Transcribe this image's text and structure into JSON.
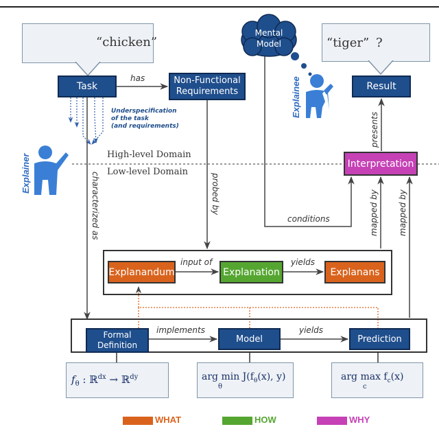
{
  "caption_fragment": "p",
  "task_callout": {
    "quote": "“chicken”"
  },
  "result_callout": {
    "quote": "“tiger”",
    "question": "?"
  },
  "cloud": {
    "label": "Mental\nModel"
  },
  "nodes": {
    "task": "Task",
    "nonfunctional": "Non-Functional\nRequirements",
    "result": "Result",
    "interpretation": "Interpretation",
    "explanandum": "Explanandum",
    "explanation": "Explanation",
    "explanans": "Explanans",
    "formal_definition": "Formal\nDefinition",
    "model": "Model",
    "prediction": "Prediction"
  },
  "edges": {
    "has": "has",
    "underspec": "Underspecification\nof the task\n(and requirements)",
    "characterized_as": "characterized as",
    "probed_by": "probed by",
    "conditions": "conditions",
    "presents": "presents",
    "mapped_by_1": "mapped by",
    "mapped_by_2": "mapped by",
    "input_of": "input of",
    "yields_top": "yields",
    "implements": "implements",
    "yields_bottom": "yields"
  },
  "domains": {
    "high": "High-level Domain",
    "low": "Low-level Domain"
  },
  "personas": {
    "explainer": "Explainer",
    "explainee": "Explainee"
  },
  "formulas": {
    "f1": "f",
    "f1_sub": "θ",
    "f1_rest": " : ℝ",
    "f1_sup": "dx",
    "f1_arrow": " → ℝ",
    "f1_sup2": "dy",
    "f2_top": "arg min J(f",
    "f2_sub": "θ",
    "f2_tail": "(x), y)",
    "f2_under": "θ",
    "f3_top": "arg max f",
    "f3_sub": "c",
    "f3_tail": "(x)",
    "f3_under": "c"
  },
  "legend": [
    {
      "label": "WHAT",
      "color": "#d9631d"
    },
    {
      "label": "HOW",
      "color": "#55a631"
    },
    {
      "label": "WHY",
      "color": "#c541b5"
    }
  ],
  "colors": {
    "navy": "#1f4e8c",
    "orange": "#d9631d",
    "green": "#55a631",
    "magenta": "#c541b5",
    "persona": "#2f6cc2"
  }
}
